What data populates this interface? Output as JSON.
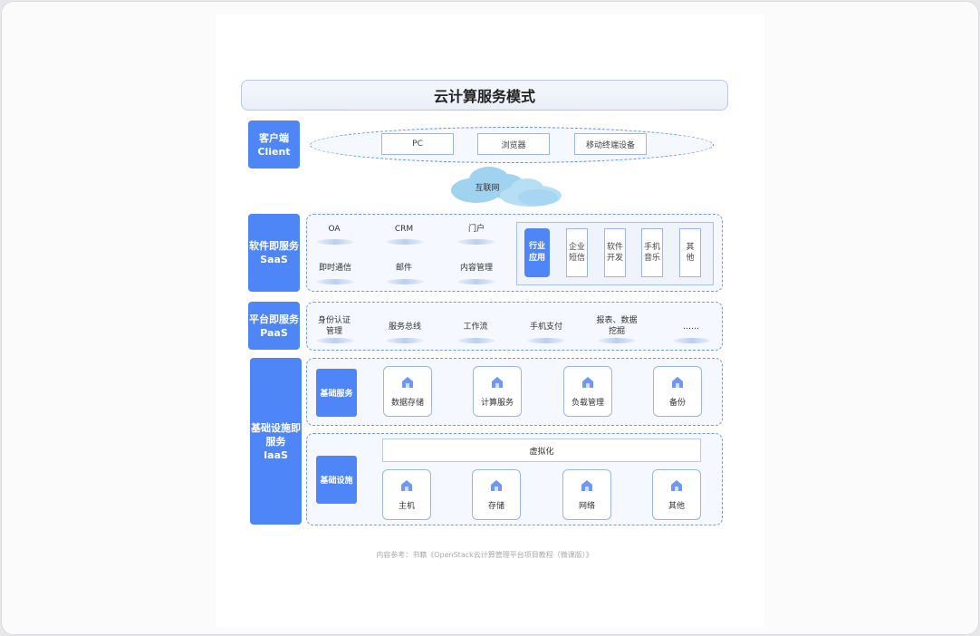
{
  "title": "云计算服务模式",
  "client": {
    "label_cn": "客户端",
    "label_en": "Client",
    "devices": [
      "PC",
      "浏览器",
      "移动终端设备"
    ]
  },
  "internet": {
    "label": "互联网"
  },
  "saas": {
    "label_cn": "软件即服务",
    "label_en": "SaaS",
    "items": [
      "OA",
      "CRM",
      "门户",
      "即时通信",
      "邮件",
      "内容管理"
    ],
    "industry": {
      "label": "行业\n应用",
      "apps": [
        "企业\n短信",
        "软件\n开发",
        "手机\n音乐",
        "其\n他"
      ]
    }
  },
  "paas": {
    "label_cn": "平台即服务",
    "label_en": "PaaS",
    "items": [
      "身份认证\n管理",
      "服务总线",
      "工作流",
      "手机支付",
      "报表、数据\n挖掘",
      "……"
    ]
  },
  "iaas": {
    "label_cn": "基础设施即\n服务",
    "label_en": "IaaS",
    "basic_services": {
      "label": "基础服务",
      "items": [
        "数据存储",
        "计算服务",
        "负载管理",
        "备份"
      ]
    },
    "virtualization": "虚拟化",
    "infrastructure": {
      "label": "基础设施",
      "items": [
        "主机",
        "存储",
        "网络",
        "其他"
      ]
    }
  },
  "footnote": "内容参考：书籍《OpenStack云计算管理平台项目教程（微课版）》",
  "colors": {
    "accent": "#4f86f7",
    "border": "#6d98f3",
    "cloud": "#9fd3f0"
  }
}
